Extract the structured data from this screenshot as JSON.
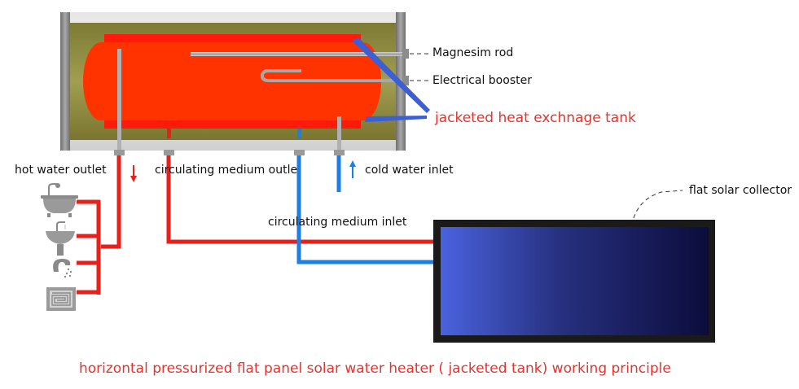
{
  "labels": {
    "magnesium_rod": "Magnesim rod",
    "electrical_booster": "Electrical booster",
    "jacketed_tank": "jacketed heat exchnage tank",
    "hot_water_outlet": "hot water outlet",
    "circulating_medium_outlet": "circulating medium outle",
    "cold_water_inlet": "cold water inlet",
    "circulating_medium_inlet": "circulating medium inlet",
    "flat_solar_collector": "flat solar collector",
    "caption": "horizontal pressurized flat panel solar water heater ( jacketed tank) working principle"
  },
  "icons": [
    "bathtub-icon",
    "washbasin-icon",
    "shower-icon",
    "floor-heating-icon"
  ],
  "colors": {
    "hot_pipe": "#e8201c",
    "cold_pipe": "#1b7fe6",
    "tank_body": "#ff3300",
    "tank_insulation": "#8e8a3c",
    "collector_left": "#4a62de",
    "collector_right": "#0c0c3c",
    "frame_dark": "#1a1a1a",
    "caption_red": "#e8322c",
    "pointer_blue": "#3d5fd6"
  }
}
